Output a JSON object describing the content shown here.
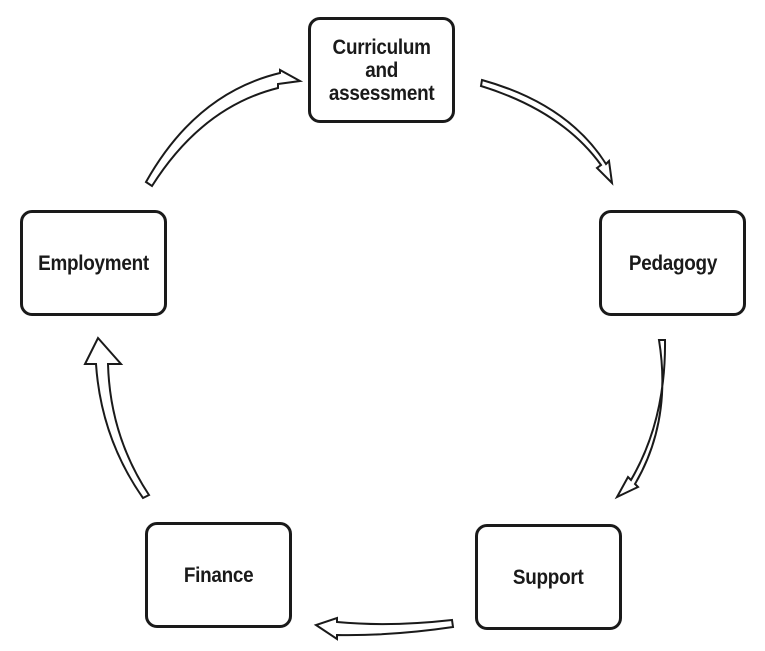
{
  "diagram": {
    "type": "cycle",
    "nodes": [
      {
        "id": "curriculum",
        "label": "Curriculum\nand\nassessment"
      },
      {
        "id": "pedagogy",
        "label": "Pedagogy"
      },
      {
        "id": "support",
        "label": "Support"
      },
      {
        "id": "finance",
        "label": "Finance"
      },
      {
        "id": "employment",
        "label": "Employment"
      }
    ],
    "edges": [
      {
        "from": "curriculum",
        "to": "pedagogy"
      },
      {
        "from": "pedagogy",
        "to": "support"
      },
      {
        "from": "support",
        "to": "finance"
      },
      {
        "from": "finance",
        "to": "employment"
      },
      {
        "from": "employment",
        "to": "curriculum"
      }
    ],
    "colors": {
      "stroke": "#1a1a1a",
      "background": "#ffffff"
    }
  }
}
